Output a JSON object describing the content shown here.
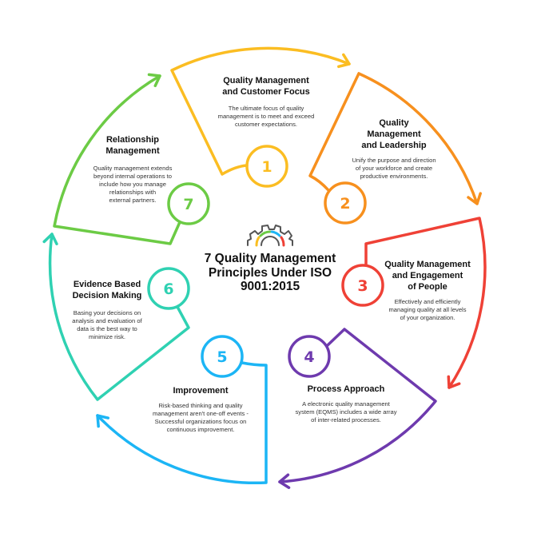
{
  "title": "7 Quality Management Principles Under ISO 9001:2015",
  "title_lines": [
    "7 Quality Management",
    "Principles Under ISO",
    "9001:2015"
  ],
  "colors": {
    "p1": "#FBBD22",
    "p2": "#F7901E",
    "p3": "#EF4136",
    "p4": "#6E3AAE",
    "p5": "#1CB5F5",
    "p6": "#2FD1B2",
    "p7": "#6CCB45"
  },
  "principles": [
    {
      "number": "1",
      "title_lines": [
        "Quality Management",
        "and Customer Focus"
      ],
      "desc_lines": [
        "The ultimate focus of quality",
        "management is to meet and exceed",
        "customer expectations."
      ]
    },
    {
      "number": "2",
      "title_lines": [
        "Quality",
        "Management",
        "and Leadership"
      ],
      "desc_lines": [
        "Unify the purpose and direction",
        "of your workforce and create",
        "productive environments."
      ]
    },
    {
      "number": "3",
      "title_lines": [
        "Quality Management",
        "and Engagement",
        "of People"
      ],
      "desc_lines": [
        "Effectively and efficiently",
        "managing quality at all levels",
        "of your organization."
      ]
    },
    {
      "number": "4",
      "title_lines": [
        "Process Approach"
      ],
      "desc_lines": [
        "A electronic quality management",
        "system (EQMS) includes a wide array",
        "of inter-related processes."
      ]
    },
    {
      "number": "5",
      "title_lines": [
        "Improvement"
      ],
      "desc_lines": [
        "Risk-based thinking and quality",
        "management aren't one-off events -",
        "Successful organizations focus on",
        "continuous improvement."
      ]
    },
    {
      "number": "6",
      "title_lines": [
        "Evidence Based",
        "Decision Making"
      ],
      "desc_lines": [
        "Basing your decisions on",
        "analysis and evaluation of",
        "data is the best way to",
        "minimize risk."
      ]
    },
    {
      "number": "7",
      "title_lines": [
        "Relationship",
        "Management"
      ],
      "desc_lines": [
        "Quality management extends",
        "beyond internal operations to",
        "include how you manage",
        "relationships with",
        "external partners."
      ]
    }
  ]
}
